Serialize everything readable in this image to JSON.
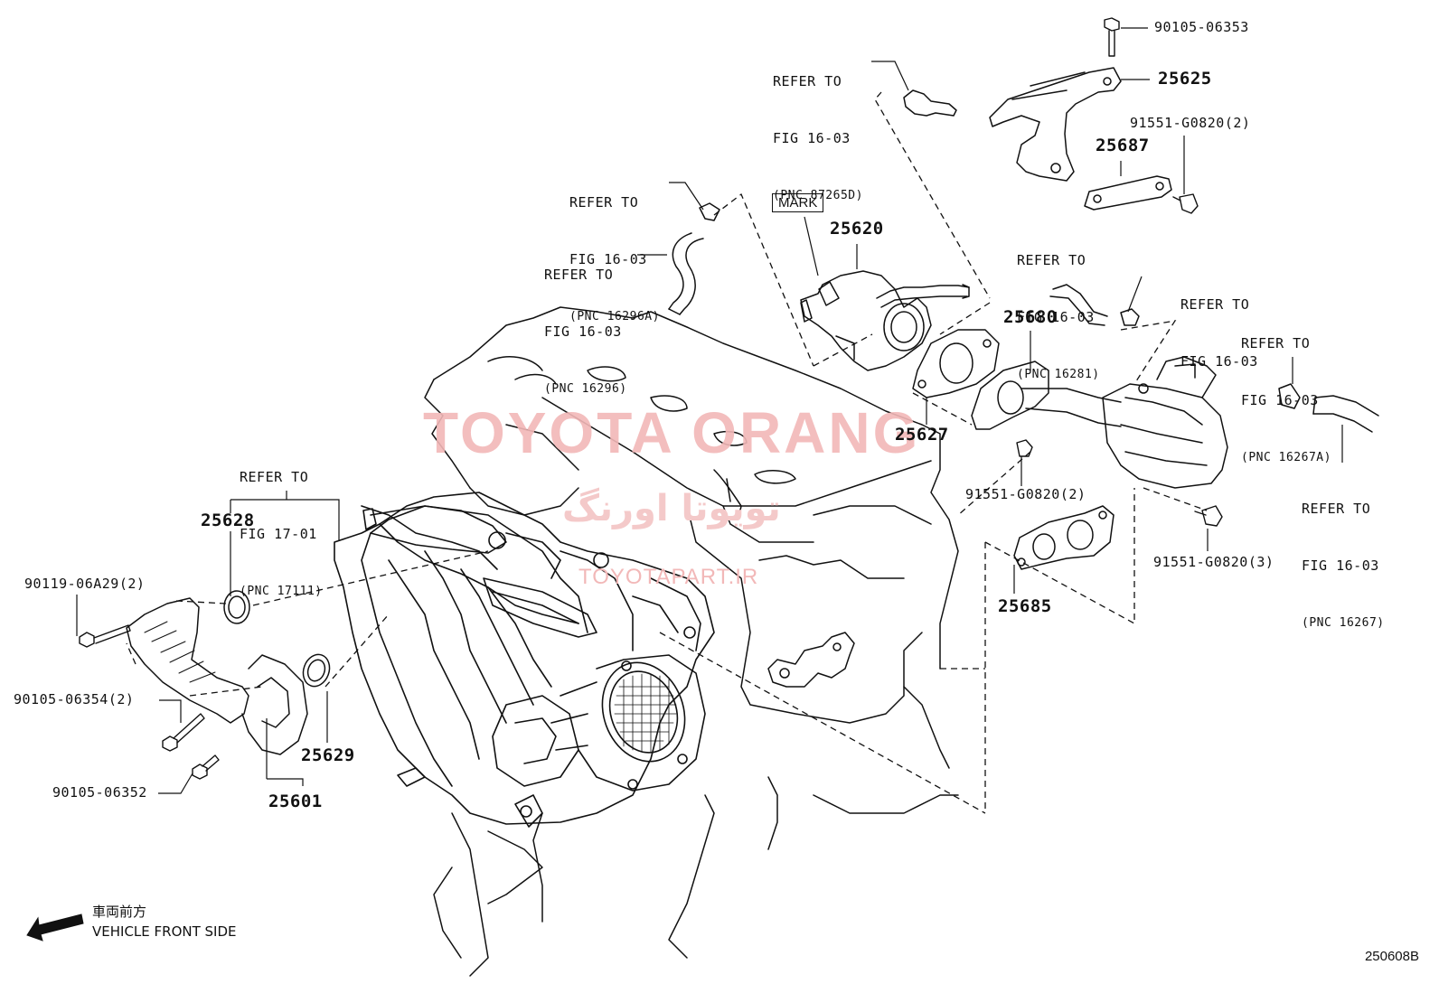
{
  "watermark": {
    "brand": "TOYOTA ORANG",
    "persian": "تویوتا اورنگ",
    "site": "TOYOTAPART.IR"
  },
  "references": {
    "r_87265d": {
      "l1": "REFER TO",
      "l2": "FIG 16-03",
      "pnc": "(PNC 87265D)"
    },
    "r_16296a": {
      "l1": "REFER TO",
      "l2": "FIG 16-03",
      "pnc": "(PNC 16296A)"
    },
    "r_16296": {
      "l1": "REFER TO",
      "l2": "FIG 16-03",
      "pnc": "(PNC 16296)"
    },
    "r_16281": {
      "l1": "REFER TO",
      "l2": "FIG 16-03",
      "pnc": "(PNC 16281)"
    },
    "r_fig1603": {
      "l1": "REFER TO",
      "l2": "FIG 16-03"
    },
    "r_16267a": {
      "l1": "REFER TO",
      "l2": "FIG 16-03",
      "pnc": "(PNC 16267A)"
    },
    "r_16267": {
      "l1": "REFER TO",
      "l2": "FIG 16-03",
      "pnc": "(PNC 16267)"
    },
    "r_17111": {
      "l1": "REFER TO",
      "l2": "FIG 17-01",
      "pnc": "(PNC 17111)"
    }
  },
  "parts": {
    "p25625": "25625",
    "p25687": "25687",
    "p25620": "25620",
    "p25680": "25680",
    "p25627": "25627",
    "p25685": "25685",
    "p25628": "25628",
    "p25629": "25629",
    "p25601": "25601",
    "bolt_06353": "90105-06353",
    "bolt_g0820_2_top": "91551-G0820(2)",
    "bolt_g0820_2_mid": "91551-G0820(2)",
    "bolt_g0820_3": "91551-G0820(3)",
    "bolt_06a29": "90119-06A29(2)",
    "bolt_06354": "90105-06354(2)",
    "bolt_06352": "90105-06352"
  },
  "mark_label": "MARK",
  "front": {
    "jp": "車両前方",
    "en": "VEHICLE FRONT SIDE"
  },
  "figure_id": "250608B"
}
